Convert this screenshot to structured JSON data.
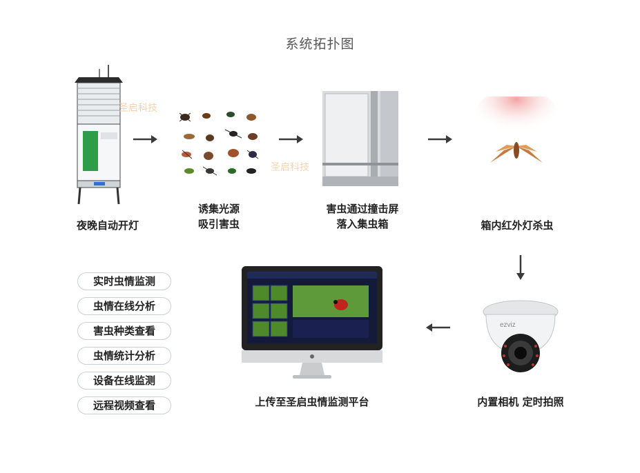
{
  "title": "系统拓扑图",
  "watermark": "圣启科技",
  "watermark2": "圣启科技",
  "steps": [
    {
      "caption": "夜晚自动开灯"
    },
    {
      "caption_line1": "诱集光源",
      "caption_line2": "吸引害虫"
    },
    {
      "caption_line1": "害虫通过撞击屏",
      "caption_line2": "落入集虫箱"
    },
    {
      "caption": "箱内红外灯杀虫"
    },
    {
      "caption": "内置相机  定时拍照"
    },
    {
      "caption": "上传至圣启虫情监测平台"
    }
  ],
  "features": [
    "实时虫情监测",
    "虫情在线分析",
    "害虫种类查看",
    "虫情统计分析",
    "设备在线监测",
    "远程视频查看"
  ],
  "camera_brand": "ezviz",
  "colors": {
    "arrow": "#3a3a3a",
    "pill_border": "#c9cfd6",
    "cabinet_green": "#2e9d4a",
    "trap_glow": "#f4a6a6"
  },
  "icons": [
    "insect-trap-device",
    "insects-collage",
    "impact-screen",
    "moth-infrared",
    "dome-camera",
    "monitor-platform"
  ]
}
